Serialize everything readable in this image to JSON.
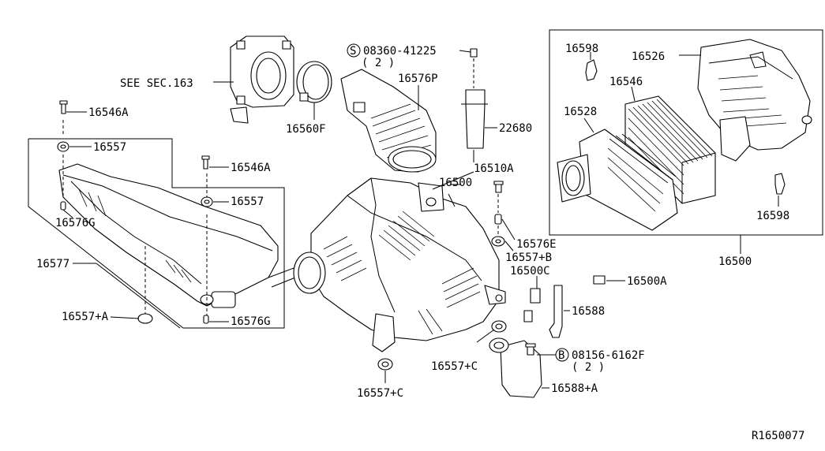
{
  "diagram": {
    "ref": "R1650077",
    "see_sec": "SEE SEC.163",
    "screw_prefix": "S",
    "screw_part": "08360-41225",
    "screw_qty": "( 2 )",
    "bolt_prefix": "B",
    "bolt_part": "08156-6162F",
    "bolt_qty": "( 2 )",
    "labels": {
      "p16546A_top": "16546A",
      "p16557_top": "16557",
      "p16546A_mid": "16546A",
      "p16557_mid": "16557",
      "p16576G_left": "16576G",
      "p16577": "16577",
      "p16557A": "16557+A",
      "p16576G_bottom": "16576G",
      "p16560F": "16560F",
      "p16576P": "16576P",
      "p22680": "22680",
      "p16510A": "16510A",
      "p16500_center": "16500",
      "p16576E": "16576E",
      "p16557B": "16557+B",
      "p16500C": "16500C",
      "p16500A": "16500A",
      "p16588": "16588",
      "p16557C_mid": "16557+C",
      "p16557C_bottom": "16557+C",
      "p16588A": "16588+A",
      "p16598_top": "16598",
      "p16526": "16526",
      "p16546": "16546",
      "p16528": "16528",
      "p16598_right": "16598",
      "p16500_right": "16500"
    }
  }
}
